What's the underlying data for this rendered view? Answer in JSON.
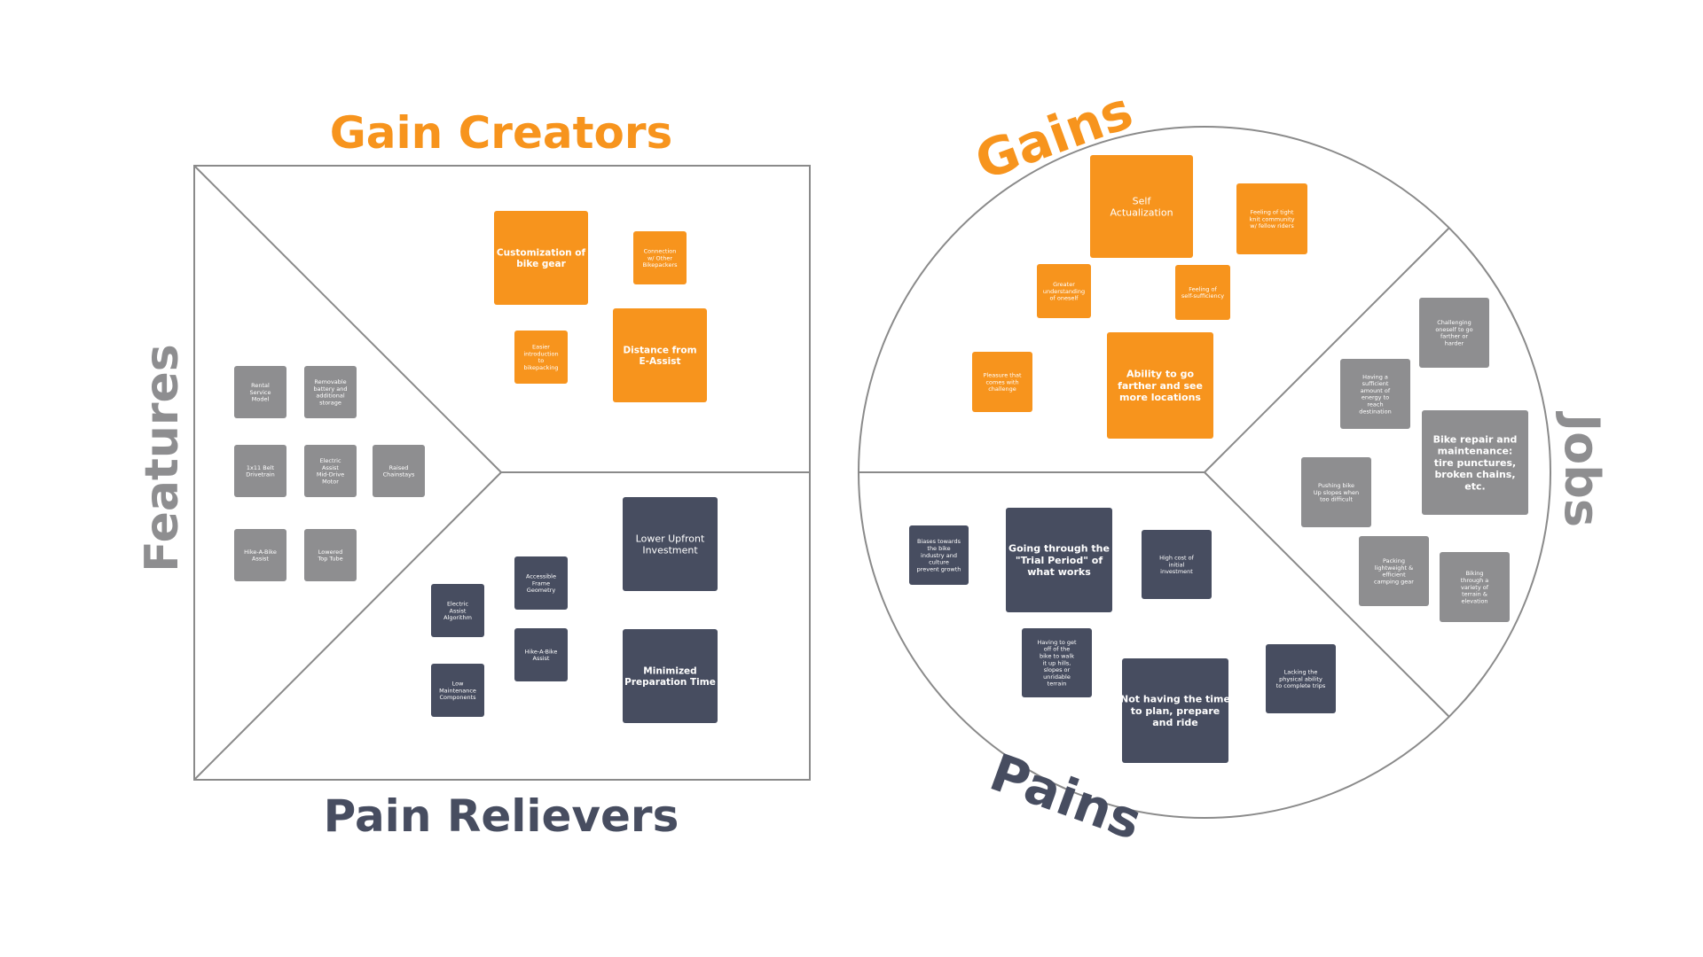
{
  "colors": {
    "orange": "#F7941D",
    "navy": "#474D60",
    "gray": "#8E8E90",
    "line": "#8A8A8A"
  },
  "titles": {
    "gain_creators": "Gain Creators",
    "pain_relievers": "Pain Relievers",
    "features": "Features",
    "gains": "Gains",
    "jobs": "Jobs",
    "pains": "Pains"
  },
  "notes": {
    "rental_service_model": "Rental Service Model",
    "removable_battery": "Removable battery and additional storage",
    "belt_drivetrain": "1x11 Belt Drivetrain",
    "mid_drive_motor": "Electric Assist Mid-Drive Motor",
    "raised_chainstays": "Raised Chainstays",
    "hike_a_bike_feature": "Hike-A-Bike Assist",
    "lowered_top_tube": "Lowered Top Tube",
    "customization": "Customization of bike gear",
    "connection_bikepackers": "Connection w/ Other Bikepackers",
    "easier_intro": "Easier introduction to bikepacking",
    "distance_e_assist": "Distance from E-Assist",
    "accessible_geometry": "Accessible Frame Geometry",
    "electric_algorithm": "Electric Assist Algorithm",
    "hike_a_bike_reliever": "Hike-A-Bike Assist",
    "low_maintenance": "Low Maintenance Components",
    "lower_upfront": "Lower Upfront Investment",
    "minimized_prep": "Minimized Preparation Time",
    "self_actualization": "Self Actualization",
    "tight_knit": "Feeling of tight knit community w/ fellow riders",
    "understanding_oneself": "Greater understanding of oneself",
    "self_sufficiency": "Feeling of self-sufficiency",
    "pleasure_challenge": "Pleasure that comes with challenge",
    "go_farther": "Ability to go farther and see more locations",
    "challenging_oneself": "Challenging oneself to go farther or harder",
    "sufficient_energy": "Having a sufficient amount of energy to reach destination",
    "bike_repair": "Bike repair and maintenance: tire punctures, broken chains, etc.",
    "pushing_bike": "Pushing bike Up slopes when too difficult",
    "packing_gear": "Packing lightweight & efficient camping gear",
    "varied_terrain": "Biking through a variety of terrain & elevation",
    "biases": "Biases towards the bike industry and culture prevent growth",
    "trial_period": "Going through the \"Trial Period\" of what works",
    "high_cost": "High cost of initial investment",
    "get_off_bike": "Having to get off of the bike to walk it up hills, slopes or unridable terrain",
    "no_time": "Not having the time to plan, prepare and ride",
    "physical_ability": "Lacking the physical ability to complete trips"
  }
}
